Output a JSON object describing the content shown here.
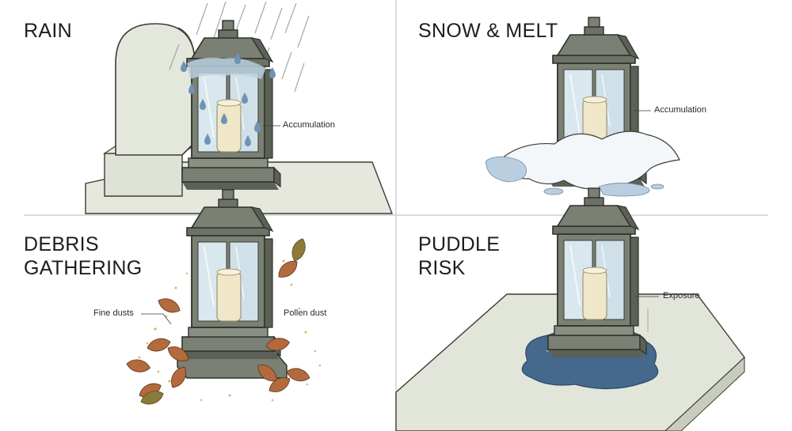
{
  "panels": {
    "rain": {
      "title": "RAIN",
      "callout": "Accumulation"
    },
    "snow": {
      "title": "SNOW & MELT",
      "callout": "Accumulation"
    },
    "debris": {
      "title_line1": "DEBRIS",
      "title_line2": "GATHERING",
      "callout_left": "Fine dusts",
      "callout_right": "Pollen dust"
    },
    "puddle": {
      "title_line1": "PUDDLE",
      "title_line2": "RISK",
      "callout": "Exposure"
    }
  },
  "colors": {
    "lantern_frame": "#7b8074",
    "lantern_frame_dark": "#5c6157",
    "glass": "#d9e8ee",
    "candle": "#f0e6c8",
    "stone": "#e6e8dd",
    "stone_shade": "#cfd3c4",
    "water": "#44698c",
    "water_light": "#b9cfdf",
    "snow": "#f3f7fa",
    "leaf": "#b46a3c",
    "pollen": "#c9b24a"
  }
}
